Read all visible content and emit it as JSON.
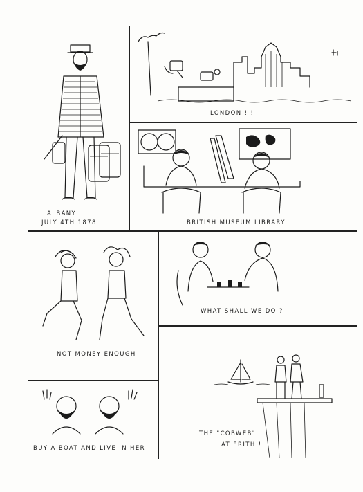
{
  "captions": {
    "albany_line1": "ALBANY",
    "albany_line2": "JULY 4TH 1878",
    "london": "LONDON ! !",
    "museum": "BRITISH MUSEUM LIBRARY",
    "money": "NOT MONEY ENOUGH",
    "what": "WHAT SHALL WE DO ?",
    "boat": "BUY A BOAT AND LIVE IN HER",
    "cobweb_line1": "THE \"COBWEB\"",
    "cobweb_line2": "AT ERITH !"
  }
}
